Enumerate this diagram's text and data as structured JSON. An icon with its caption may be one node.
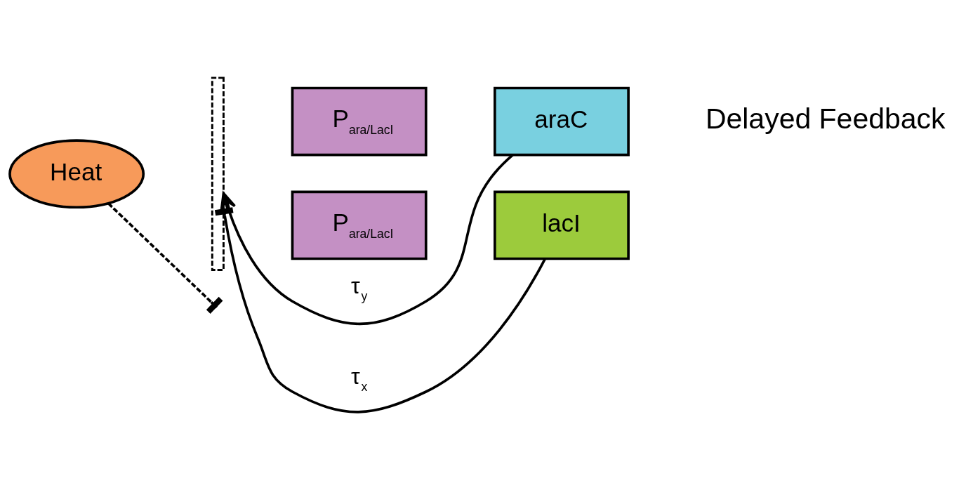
{
  "diagram": {
    "nodes": [
      {
        "text": [
          "Heat"
        ]
      },
      {
        "text": [],
        "shape": "bracket"
      },
      {
        "text": [
          "P$_{ara/LacI}$"
        ]
      },
      {
        "text": [
          "araC"
        ]
      },
      {
        "text": [
          "P$_{ara/LacI}$"
        ]
      },
      {
        "text": [
          "lacI"
        ]
      }
    ],
    "edges": [
      {
        "from": 3,
        "to": 1,
        "arrow": "to",
        "label": "τ$_{y}$"
      },
      {
        "from": 5,
        "to": 1,
        "arrow": "other",
        "label": "τ$_{x}$"
      },
      {
        "from": 0,
        "to": null,
        "arrow": "other",
        "style": "dashed"
      }
    ],
    "labels": [
      "Delayed Feedback"
    ]
  }
}
